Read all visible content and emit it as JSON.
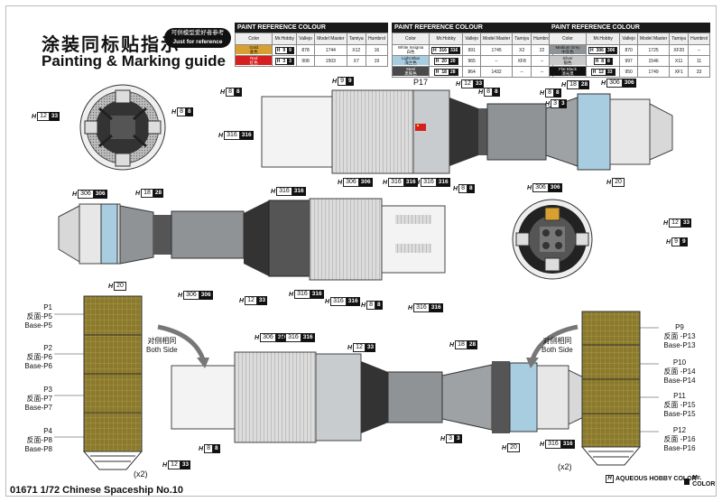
{
  "titles": {
    "zh": "涂装同标贴指示",
    "en": "Painting & Marking guide",
    "badge_zh": "可供模型爱好者参考",
    "badge_en": "Just for reference"
  },
  "tables": [
    {
      "caption": "PAINT REFERENCE COLOUR",
      "headers": [
        "Color",
        "Mr.Hobby",
        "Vallejo",
        "Model Master",
        "Tamiya",
        "Humbrol"
      ],
      "rows": [
        {
          "name": "Gold",
          "zh": "金色",
          "swatch": "#d8a030",
          "h": "9",
          "mr": "9",
          "vallejo": "878",
          "mm": "1744",
          "tamiya": "X12",
          "humbrol": "16"
        },
        {
          "name": "Red",
          "zh": "红色",
          "swatch": "#d62020",
          "h": "3",
          "mr": "3",
          "vallejo": "908",
          "mm": "1503",
          "tamiya": "X7",
          "humbrol": "19"
        }
      ]
    },
    {
      "caption": "PAINT REFERENCE COLOUR",
      "headers": [
        "Color",
        "Mr.Hobby",
        "Vallejo",
        "Model Master",
        "Tamiya",
        "Humbrol"
      ],
      "rows": [
        {
          "name": "White Insignia",
          "zh": "白色",
          "swatch": "#ffffff",
          "h": "316",
          "mr": "316",
          "vallejo": "991",
          "mm": "1745",
          "tamiya": "X2",
          "humbrol": "22"
        },
        {
          "name": "Light Blue",
          "zh": "浅兰色",
          "swatch": "#a9cde0",
          "h": "20",
          "mr": "20",
          "vallejo": "965",
          "mm": "--",
          "tamiya": "XF8",
          "humbrol": "--"
        },
        {
          "name": "Steel",
          "zh": "黑铁色",
          "swatch": "#4a4a4a",
          "h": "18",
          "mr": "28",
          "vallejo": "864",
          "mm": "1432",
          "tamiya": "--",
          "humbrol": "--"
        }
      ]
    },
    {
      "caption": "PAINT REFERENCE COLOUR",
      "headers": [
        "Color",
        "Mr.Hobby",
        "Vallejo",
        "Model Master",
        "Tamiya",
        "Humbrol"
      ],
      "rows": [
        {
          "name": "Medium Grey",
          "zh": "中灰色",
          "swatch": "#8f9396",
          "h": "306",
          "mr": "306",
          "vallejo": "870",
          "mm": "1725",
          "tamiya": "XF20",
          "humbrol": "--"
        },
        {
          "name": "Silver",
          "zh": "银色",
          "swatch": "#c9c9c9",
          "h": "8",
          "mr": "8",
          "vallejo": "997",
          "mm": "1546",
          "tamiya": "X11",
          "humbrol": "11"
        },
        {
          "name": "Flat Black",
          "zh": "消光黑",
          "swatch": "#111111",
          "h": "12",
          "mr": "33",
          "vallejo": "950",
          "mm": "1749",
          "tamiya": "XF1",
          "humbrol": "33"
        }
      ]
    }
  ],
  "callouts": [
    {
      "h": "12",
      "m": "33"
    },
    {
      "h": "8",
      "m": "8"
    },
    {
      "h": "8",
      "m": "8"
    },
    {
      "h": "9",
      "m": "9"
    },
    {
      "h": "12",
      "m": "33"
    },
    {
      "h": "8",
      "m": "8"
    },
    {
      "h": "8",
      "m": "8"
    },
    {
      "h": "3",
      "m": "3"
    },
    {
      "h": "18",
      "m": "28"
    },
    {
      "h": "306",
      "m": "306"
    },
    {
      "h": "316",
      "m": "316"
    },
    {
      "h": "20",
      "m": ""
    },
    {
      "h": "306",
      "m": "306"
    },
    {
      "h": "316",
      "m": "316"
    },
    {
      "h": "316",
      "m": "316"
    },
    {
      "h": "8",
      "m": "8"
    },
    {
      "h": "306",
      "m": "306"
    },
    {
      "h": "306",
      "m": "306"
    },
    {
      "h": "18",
      "m": "28"
    },
    {
      "h": "316",
      "m": "316"
    },
    {
      "h": "20",
      "m": ""
    },
    {
      "h": "306",
      "m": "306"
    },
    {
      "h": "12",
      "m": "33"
    },
    {
      "h": "316",
      "m": "316"
    },
    {
      "h": "316",
      "m": "316"
    },
    {
      "h": "8",
      "m": "8"
    },
    {
      "h": "316",
      "m": "316"
    },
    {
      "h": "12",
      "m": "33"
    },
    {
      "h": "9",
      "m": "9"
    },
    {
      "h": "306",
      "m": "306"
    },
    {
      "h": "316",
      "m": "316"
    },
    {
      "h": "12",
      "m": "33"
    },
    {
      "h": "18",
      "m": "28"
    },
    {
      "h": "8",
      "m": "8"
    },
    {
      "h": "3",
      "m": "3"
    },
    {
      "h": "20",
      "m": ""
    },
    {
      "h": "316",
      "m": "316"
    },
    {
      "h": "12",
      "m": "33"
    }
  ],
  "labels": {
    "p17": "P17",
    "both_side_left_zh": "对侧相同",
    "both_side_left_en": "Both Side",
    "both_side_right_zh": "对侧相同",
    "both_side_right_en": "Both Side",
    "x2_left": "(x2)",
    "x2_right": "(x2)"
  },
  "panel_labels_left": [
    {
      "p": "P1",
      "reverse": "反面-P5",
      "base": "Base-P5"
    },
    {
      "p": "P2",
      "reverse": "反面-P6",
      "base": "Base-P6"
    },
    {
      "p": "P3",
      "reverse": "反面-P7",
      "base": "Base-P7"
    },
    {
      "p": "P4",
      "reverse": "反面-P8",
      "base": "Base-P8"
    }
  ],
  "panel_labels_right": [
    {
      "p": "P9",
      "reverse": "反面 -P13",
      "base": "Base-P13"
    },
    {
      "p": "P10",
      "reverse": "反面 -P14",
      "base": "Base-P14"
    },
    {
      "p": "P11",
      "reverse": "反面 -P15",
      "base": "Base-P15"
    },
    {
      "p": "P12",
      "reverse": "反面 -P16",
      "base": "Base-P16"
    }
  ],
  "legend": {
    "h_symbol": "H",
    "aqueous": "AQUEOUS HOBBY COLOR",
    "mr": "Mr. COLOR"
  },
  "footer": {
    "code": "01671",
    "scale": "1/72",
    "name": "Chinese Spaceship No.10"
  }
}
